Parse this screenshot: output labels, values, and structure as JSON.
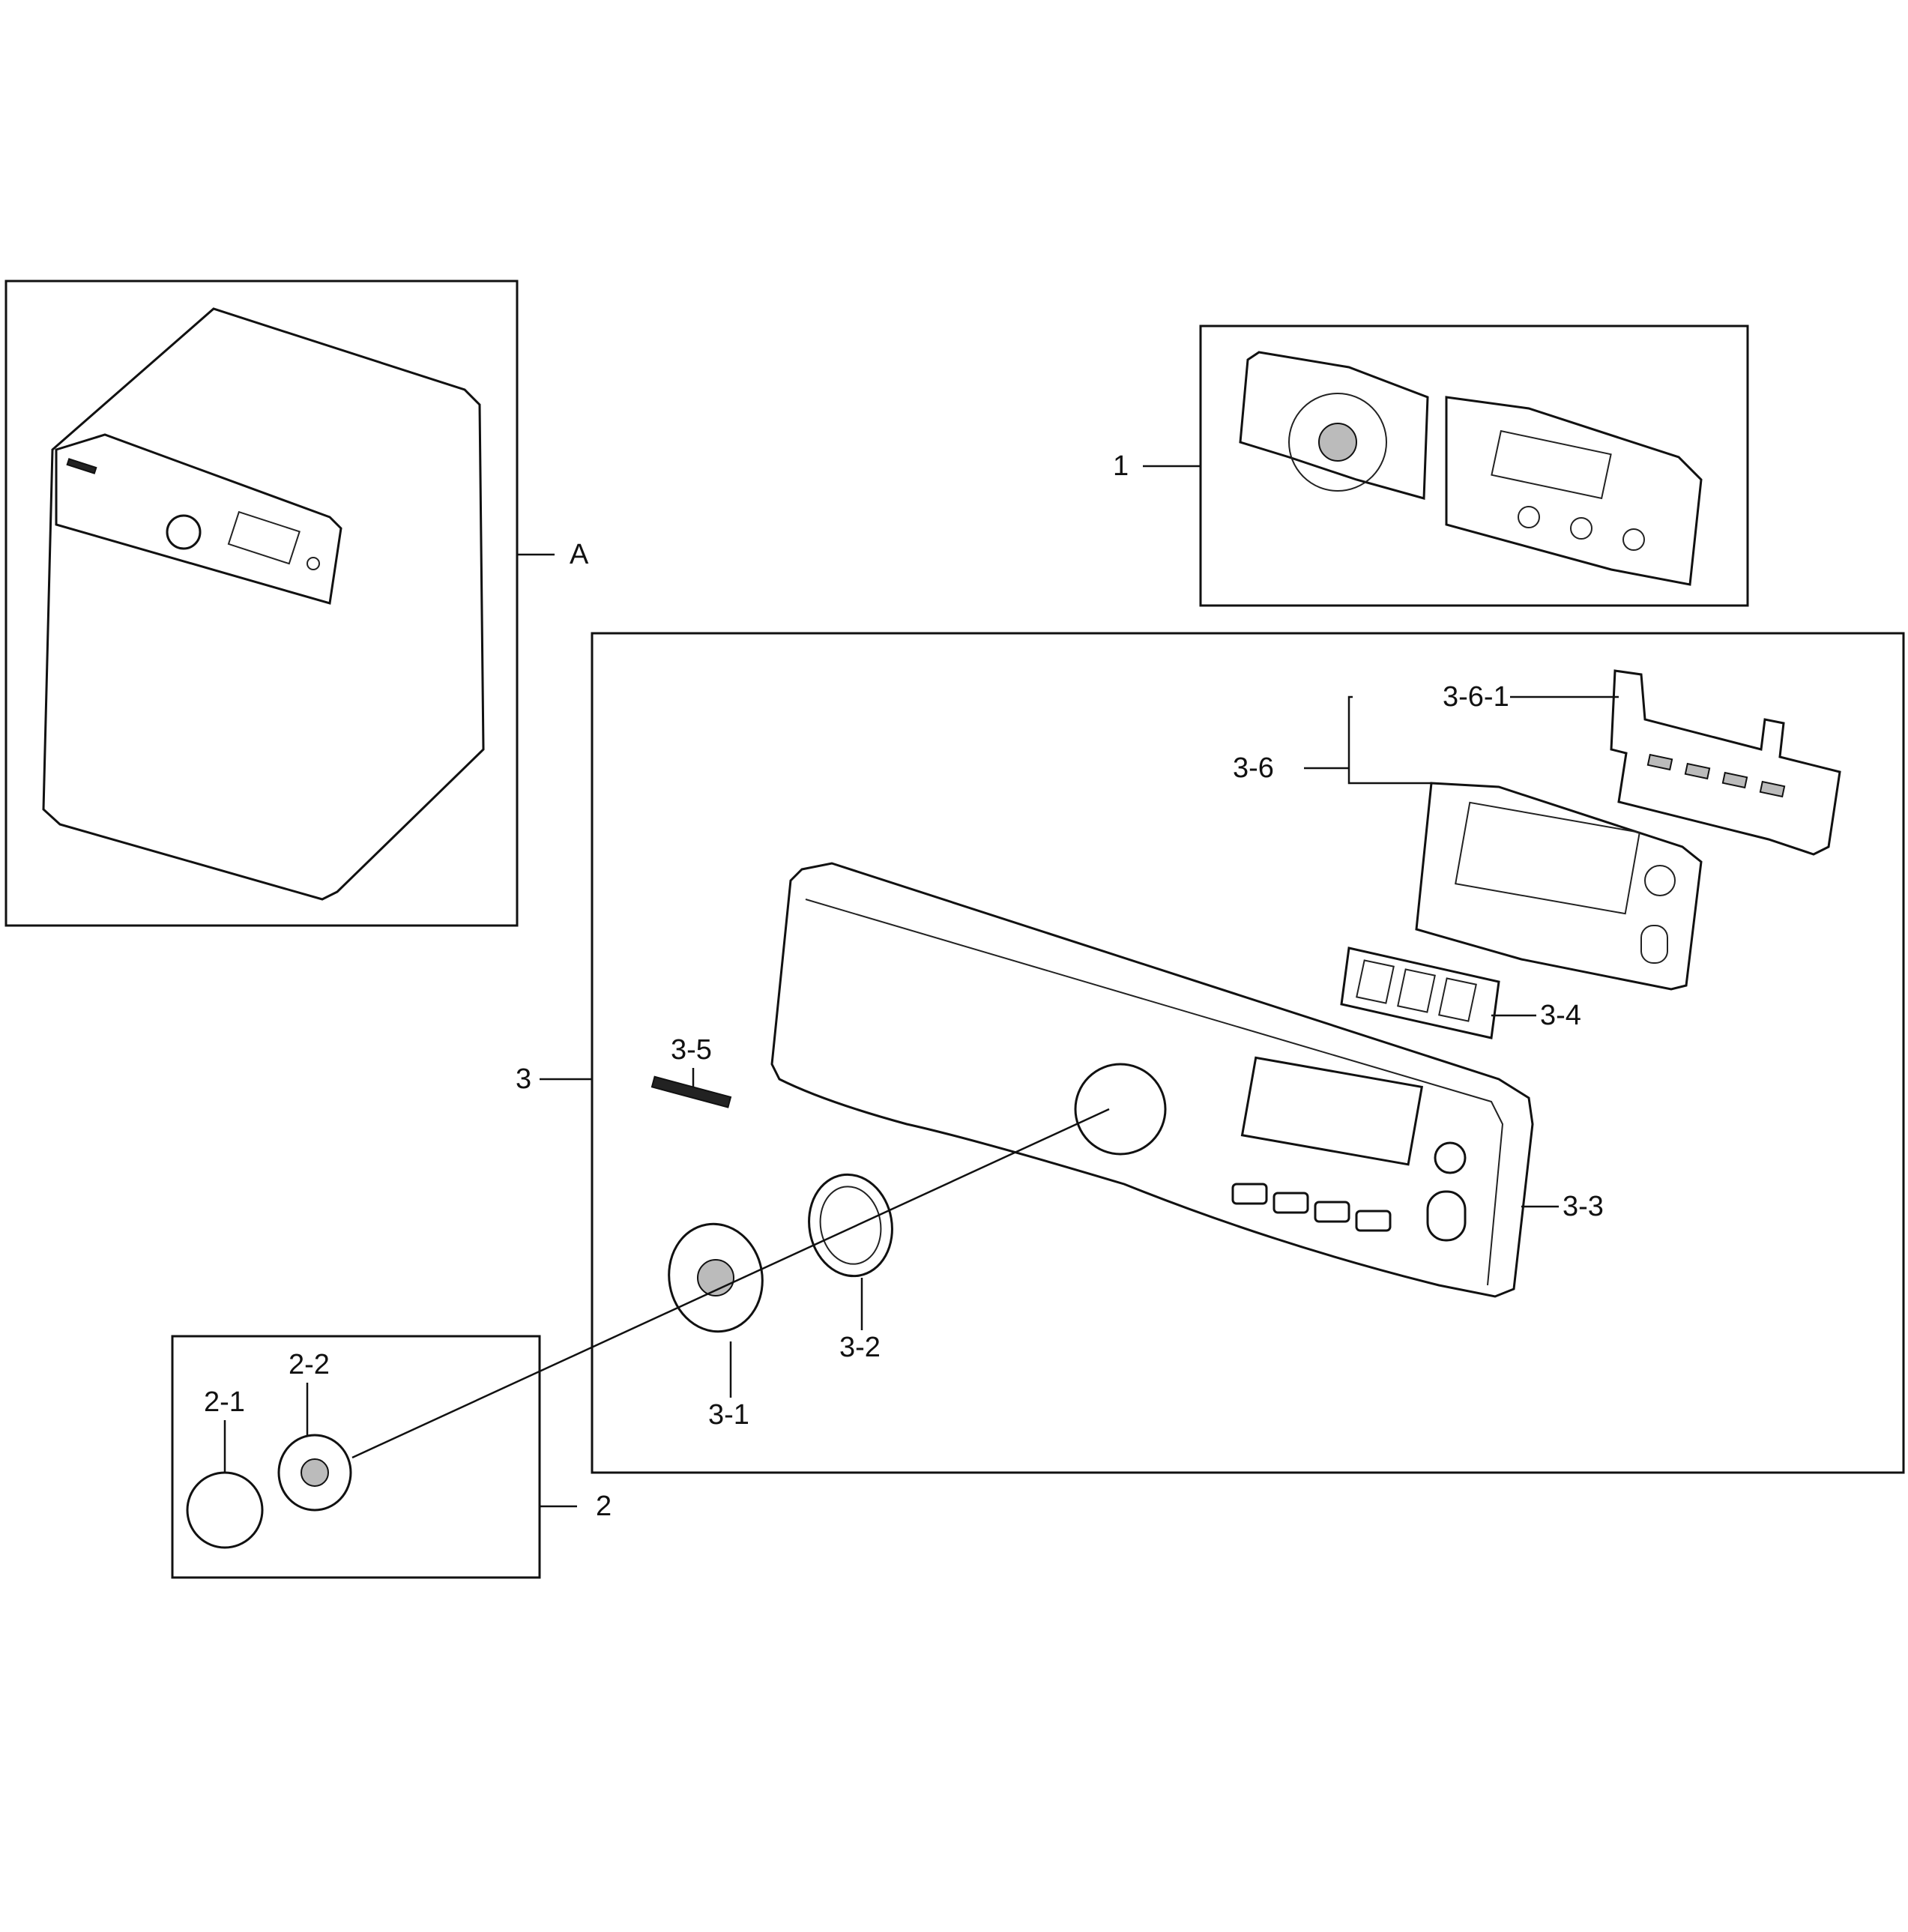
{
  "callouts": {
    "assembly": "A",
    "p1": "1",
    "p2": "2",
    "p2_1": "2-1",
    "p2_2": "2-2",
    "p3": "3",
    "p3_1": "3-1",
    "p3_2": "3-2",
    "p3_3": "3-3",
    "p3_4": "3-4",
    "p3_5": "3-5",
    "p3_6": "3-6",
    "p3_6_1": "3-6-1"
  }
}
